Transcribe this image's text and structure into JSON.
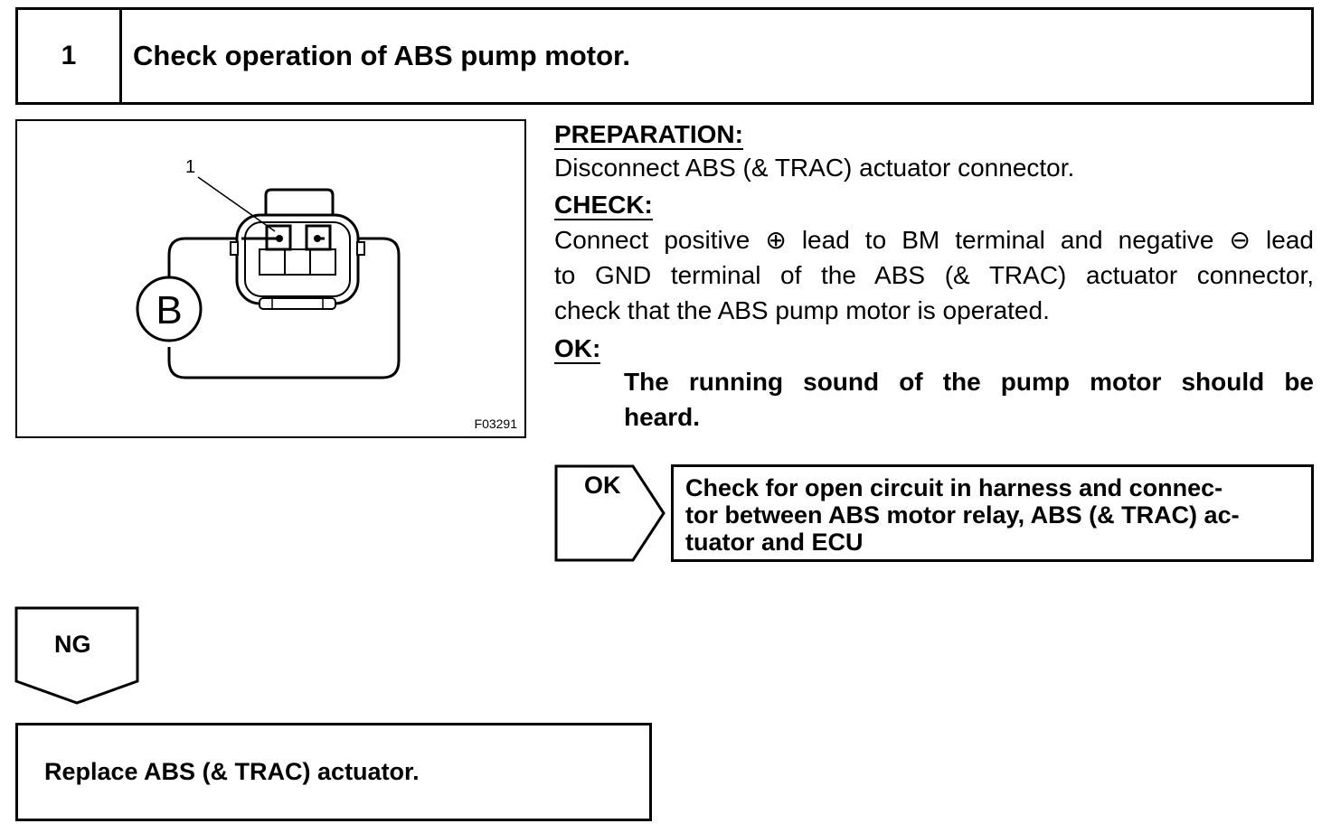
{
  "step": {
    "number": "1",
    "title": "Check operation of ABS pump motor."
  },
  "figure": {
    "callout_number": "1",
    "meter_label": "B",
    "figure_code": "F03291"
  },
  "instructions": {
    "preparation_heading": "PREPARATION:",
    "preparation_text": "Disconnect ABS (& TRAC) actuator connector.",
    "check_heading": "CHECK:",
    "check_lines": [
      "Connect positive ⊕ lead to BM terminal and negative ⊖ lead",
      "to GND terminal of the ABS (& TRAC) actuator connector,",
      "check that the ABS pump motor is operated."
    ],
    "ok_heading": "OK:",
    "ok_lines": [
      "The running sound of the pump motor should be",
      "heard."
    ]
  },
  "results": {
    "ok_label": "OK",
    "ok_action_lines": [
      "Check for open circuit in harness and connec-",
      "tor between ABS motor relay, ABS (& TRAC) ac-",
      "tuator and ECU"
    ],
    "ng_label": "NG",
    "ng_action": "Replace ABS (& TRAC) actuator."
  }
}
